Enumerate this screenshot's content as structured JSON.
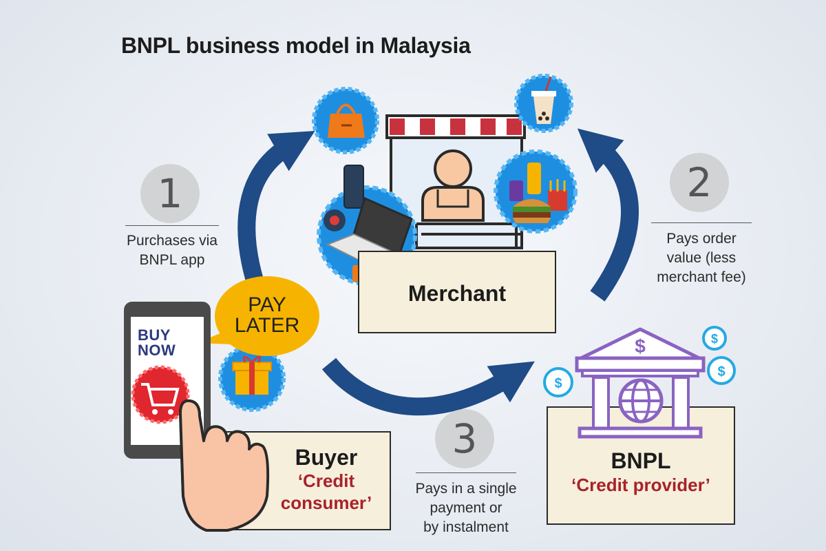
{
  "title": "BNPL business model in Malaysia",
  "steps": [
    {
      "number": "1",
      "text": [
        "Purchases via",
        "BNPL app"
      ]
    },
    {
      "number": "2",
      "text": [
        "Pays order",
        "value (less",
        "merchant fee)"
      ]
    },
    {
      "number": "3",
      "text": [
        "Pays in a single",
        "payment or",
        "by instalment"
      ]
    }
  ],
  "parties": {
    "merchant": {
      "name": "Merchant"
    },
    "buyer": {
      "name": "Buyer",
      "role": [
        "‘Credit",
        "consumer’"
      ]
    },
    "bnpl": {
      "name": "BNPL",
      "role": "‘Credit provider’"
    }
  },
  "phone_screen": {
    "line1": "BUY",
    "line2": "NOW"
  },
  "speech_bubble": {
    "line1": "PAY",
    "line2": "LATER"
  },
  "colors": {
    "arrow": "#1f4b86",
    "badge": "#1e8fe0",
    "role_text": "#a8222b",
    "bank": "#8a63c2",
    "box_fill": "#f6efdc",
    "speech_bubble": "#f6b400",
    "awning_red": "#c8323f"
  },
  "icons": [
    "handbag-icon",
    "bubble-tea-icon",
    "laptop-icon",
    "food-icon",
    "gift-icon",
    "cart-icon",
    "bank-icon",
    "coin-icon",
    "merchant-person-icon",
    "hand-icon"
  ]
}
